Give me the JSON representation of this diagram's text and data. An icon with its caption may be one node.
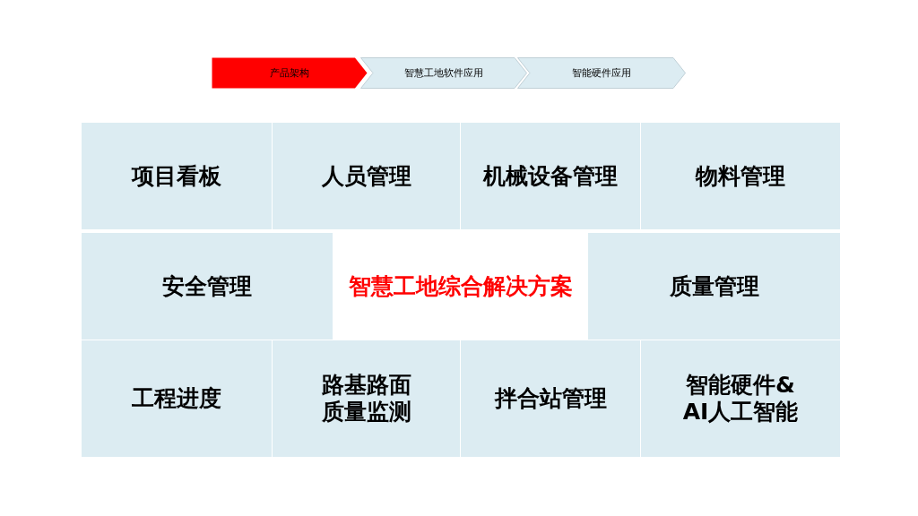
{
  "diagram": {
    "nodes": [
      {
        "text": [
          "产品架构"
        ]
      },
      {
        "text": [
          "智慧工地软件应用"
        ]
      },
      {
        "text": [
          "智能硬件应用"
        ]
      },
      {
        "text": [
          "项目看板"
        ]
      },
      {
        "text": [
          "人员管理"
        ]
      },
      {
        "text": [
          "机械设备管理"
        ]
      },
      {
        "text": [
          "物料管理"
        ]
      },
      {
        "text": [
          "安全管理"
        ]
      },
      {
        "text": [
          "智慧工地综合解决方案"
        ]
      },
      {
        "text": [
          "质量管理"
        ]
      },
      {
        "text": [
          "工程进度"
        ]
      },
      {
        "text": [
          "路基路面质量监测"
        ]
      },
      {
        "text": [
          "拌合站管理"
        ]
      },
      {
        "text": [
          "智能硬件&AI人工智能"
        ]
      }
    ],
    "edges": []
  }
}
